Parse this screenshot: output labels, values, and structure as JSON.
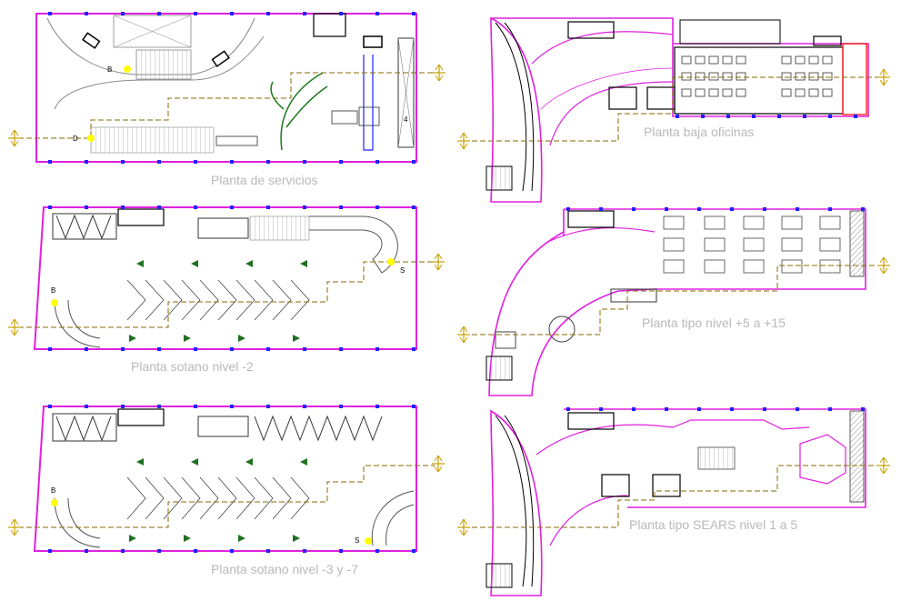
{
  "drawing": {
    "plans": [
      {
        "id": "servicios",
        "caption": "Planta de servicios"
      },
      {
        "id": "baja-oficinas",
        "caption": "Planta baja oficinas"
      },
      {
        "id": "sotano-2",
        "caption": "Planta sotano nivel -2"
      },
      {
        "id": "tipo-5-15",
        "caption": "Planta tipo nivel +5 a +15"
      },
      {
        "id": "sotano-3-7",
        "caption": "Planta sotano nivel -3 y -7"
      },
      {
        "id": "sears-1-5",
        "caption": "Planta tipo SEARS nivel 1 a 5"
      }
    ],
    "tags": {
      "b": "B",
      "s": "S",
      "d": "D",
      "four": "4"
    },
    "colors": {
      "boundary": "#e020e0",
      "column": "#2020ff",
      "axis": "#8a6a00",
      "tree": "#1a7a1a",
      "arrow": "#207020",
      "line": "#555555",
      "highlight": "#ffff00",
      "marker": "#c8a000",
      "caption": "#b9b9b9",
      "electrical": "#ff2020"
    }
  }
}
